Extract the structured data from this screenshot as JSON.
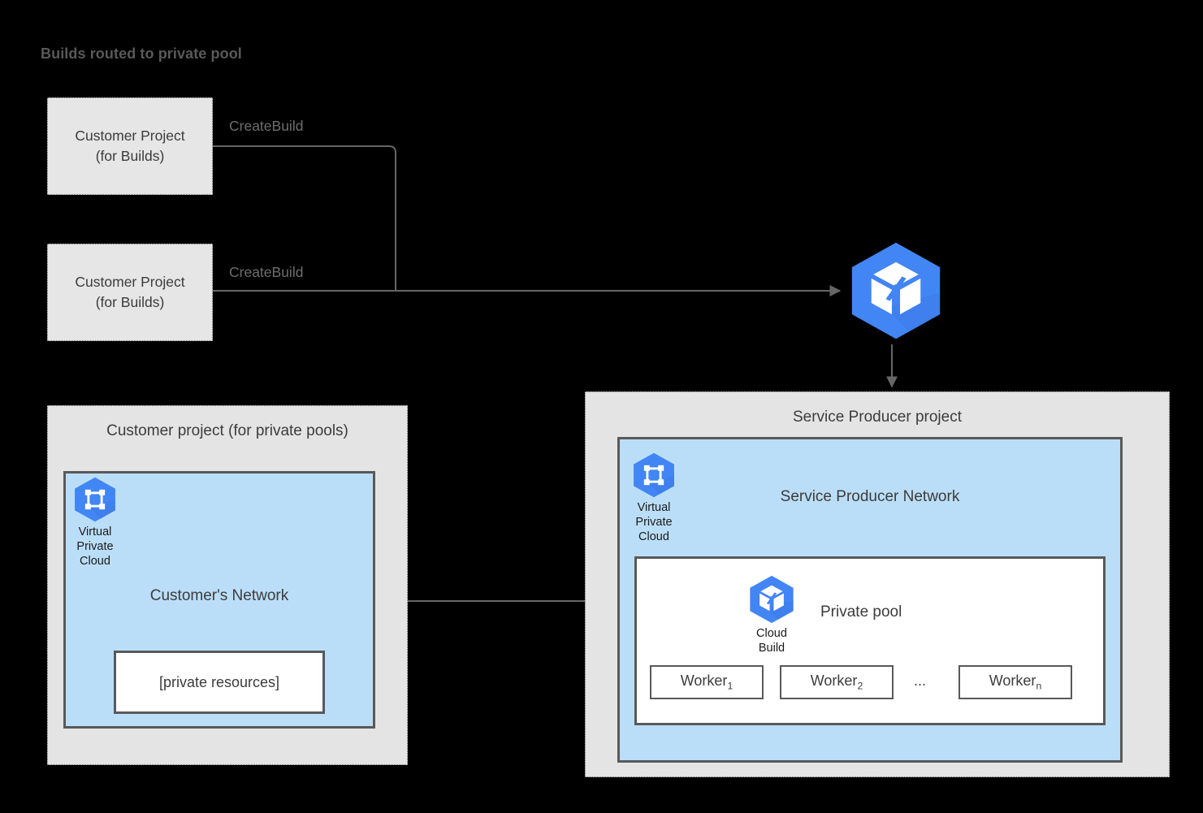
{
  "title": "Builds routed to private pool",
  "colors": {
    "background": "#000000",
    "panel_fill": "#e4e4e4",
    "network_fill": "#bbdef8",
    "border_gray": "#595959",
    "gcp_blue": "#4285f4",
    "title_gray": "#595959",
    "text_gray": "#3c3c3c",
    "connector_gray": "#666666"
  },
  "customer_build_projects": [
    {
      "line1": "Customer Project",
      "line2": "(for Builds)",
      "edge_label": "CreateBuild"
    },
    {
      "line1": "Customer Project",
      "line2": "(for Builds)",
      "edge_label": "CreateBuild"
    }
  ],
  "cloud_build_service": {
    "icon": "cloud-build-icon",
    "name": "Cloud Build"
  },
  "customer_private_pool_project": {
    "title": "Customer project (for private pools)",
    "vpc": {
      "icon": "virtual-private-cloud-icon",
      "caption_line1": "Virtual",
      "caption_line2": "Private",
      "caption_line3": "Cloud"
    },
    "network_title": "Customer's Network",
    "private_resources": "[private resources]"
  },
  "service_producer_project": {
    "title": "Service Producer project",
    "vpc": {
      "icon": "virtual-private-cloud-icon",
      "caption_line1": "Virtual",
      "caption_line2": "Private",
      "caption_line3": "Cloud"
    },
    "network_title": "Service Producer Network",
    "private_pool": {
      "title": "Private pool",
      "icon": "cloud-build-icon",
      "caption_line1": "Cloud",
      "caption_line2": "Build",
      "workers": [
        {
          "name": "Worker",
          "subscript": "1"
        },
        {
          "name": "Worker",
          "subscript": "2"
        },
        {
          "name": "Worker",
          "subscript": "n"
        }
      ],
      "ellipsis": "..."
    }
  }
}
